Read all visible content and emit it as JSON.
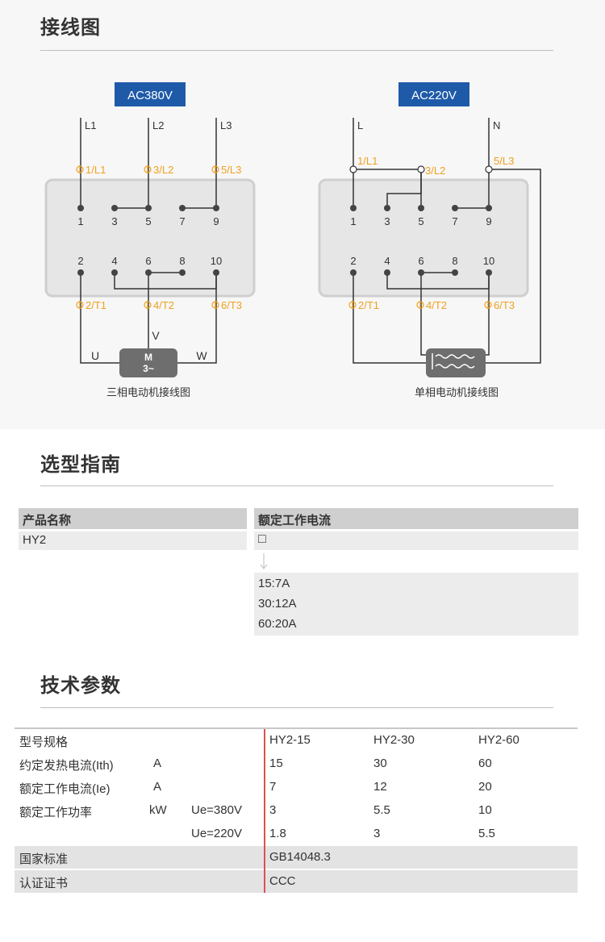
{
  "sections": {
    "wiring_title": "接线图",
    "selection_title": "选型指南",
    "params_title": "技术参数"
  },
  "wiring": {
    "left": {
      "voltage_badge": "AC380V",
      "lines": [
        "L1",
        "L2",
        "L3"
      ],
      "top_terminals": [
        "1/L1",
        "3/L2",
        "5/L3"
      ],
      "top_numbers": [
        "1",
        "3",
        "5",
        "7",
        "9"
      ],
      "bottom_numbers": [
        "2",
        "4",
        "6",
        "8",
        "10"
      ],
      "bottom_terminals": [
        "2/T1",
        "4/T2",
        "6/T3"
      ],
      "motor_label_line1": "M",
      "motor_label_line2": "3~",
      "phases": [
        "U",
        "V",
        "W"
      ],
      "caption": "三相电动机接线图"
    },
    "right": {
      "voltage_badge": "AC220V",
      "lines": [
        "L",
        "N"
      ],
      "top_terminals": [
        "1/L1",
        "3/L2",
        "5/L3"
      ],
      "top_numbers": [
        "1",
        "3",
        "5",
        "7",
        "9"
      ],
      "bottom_numbers": [
        "2",
        "4",
        "6",
        "8",
        "10"
      ],
      "bottom_terminals": [
        "2/T1",
        "4/T2",
        "6/T3"
      ],
      "caption": "单相电动机接线图"
    },
    "colors": {
      "badge_bg": "#1e5aa8",
      "terminal_orange": "#f0a020",
      "wire": "#333333",
      "panel_bg": "#e6e6e6",
      "motor_bg": "#6e6e6e"
    }
  },
  "selection": {
    "headers": [
      "产品名称",
      "额定工作电流"
    ],
    "product": "HY2",
    "code_placeholder": "□",
    "options": [
      "15:7A",
      "30:12A",
      "60:20A"
    ]
  },
  "params": {
    "rows": [
      {
        "label": "型号规格",
        "unit": "",
        "cond": "",
        "values": [
          "HY2-15",
          "HY2-30",
          "HY2-60"
        ]
      },
      {
        "label": "约定发热电流(Ith)",
        "unit": "A",
        "cond": "",
        "values": [
          "15",
          "30",
          "60"
        ]
      },
      {
        "label": "额定工作电流(Ie)",
        "unit": "A",
        "cond": "",
        "values": [
          "7",
          "12",
          "20"
        ]
      },
      {
        "label": "额定工作功率",
        "unit": "kW",
        "cond": "Ue=380V",
        "values": [
          "3",
          "5.5",
          "10"
        ]
      },
      {
        "label": "",
        "unit": "",
        "cond": "Ue=220V",
        "values": [
          "1.8",
          "3",
          "5.5"
        ]
      },
      {
        "label": "国家标准",
        "unit": "",
        "cond": "",
        "values": [
          "GB14048.3",
          "",
          ""
        ]
      },
      {
        "label": "认证证书",
        "unit": "",
        "cond": "",
        "values": [
          "CCC",
          "",
          ""
        ]
      }
    ]
  }
}
